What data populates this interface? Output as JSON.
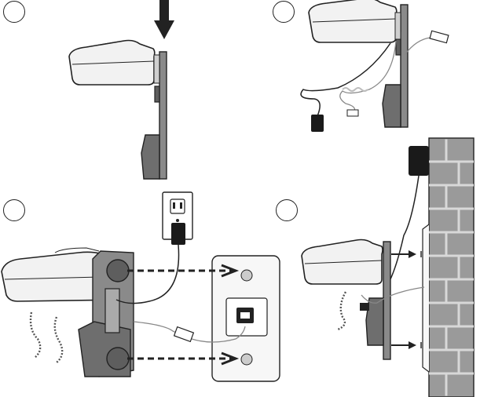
{
  "figure": {
    "kind": "wall-mount-installation-diagram",
    "steps": [
      {
        "number": "",
        "name": "seat-base-on-bracket"
      },
      {
        "number": "",
        "name": "route-cords-behind-bracket"
      },
      {
        "number": "",
        "name": "connect-power-and-phone-line"
      },
      {
        "number": "",
        "name": "mount-on-wall"
      }
    ],
    "colors": {
      "line": "#222222",
      "base_fill": "#f2f2f2",
      "bracket_fill": "#8a8a8a",
      "bracket_dark": "#5e5e5e",
      "brick_fill": "#9a9a9a",
      "mortar": "#d8d8d8",
      "plate_fill": "#f7f7f7",
      "cord_gray": "#bdbdbd",
      "adapter": "#1a1a1a"
    },
    "icons": [
      "down-arrow-icon",
      "power-adapter-icon",
      "telephone-jack-icon",
      "electrical-outlet-icon",
      "brick-wall-icon"
    ]
  }
}
